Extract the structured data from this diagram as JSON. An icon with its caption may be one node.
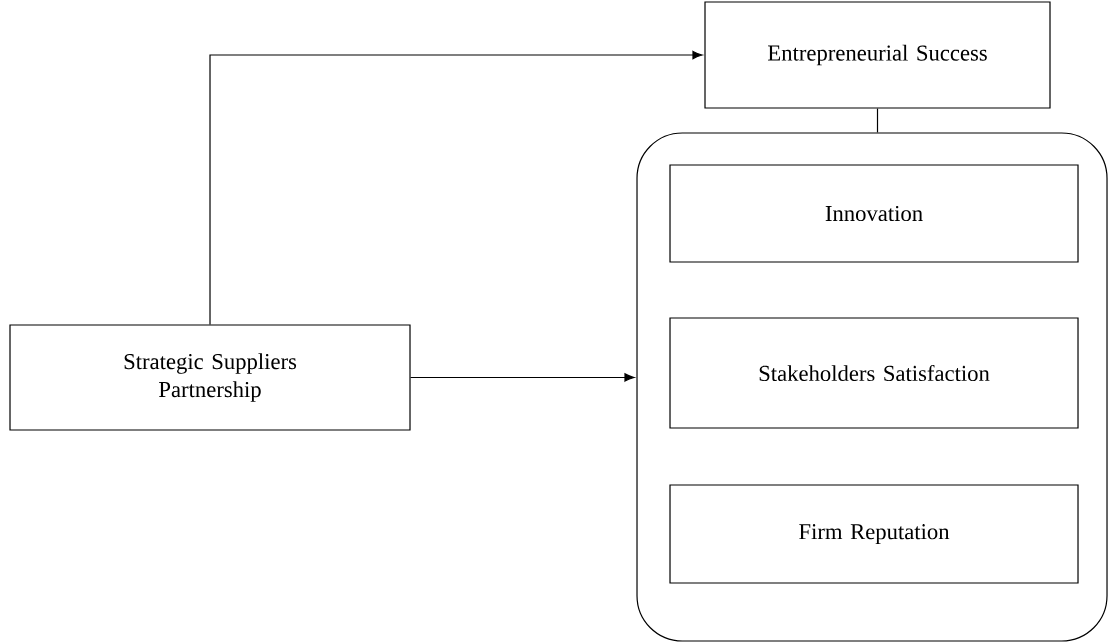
{
  "diagram": {
    "nodes": [
      {
        "text": [
          "Entrepreneurial Success"
        ]
      },
      {
        "text": [],
        "shape": "box"
      },
      {
        "text": [
          "Innovation"
        ],
        "in": 1
      },
      {
        "text": [
          "Stakeholders Satisfaction"
        ],
        "in": 1
      },
      {
        "text": [
          "Firm Reputation"
        ],
        "in": 1
      },
      {
        "text": [
          "Strategic Suppliers Partnership"
        ]
      }
    ],
    "edges": [
      {
        "from": 5,
        "to": 0,
        "arrow": "to"
      },
      {
        "from": 5,
        "to": 1,
        "arrow": "to"
      },
      {
        "from": 0,
        "to": 1,
        "arrow": "none"
      }
    ]
  }
}
